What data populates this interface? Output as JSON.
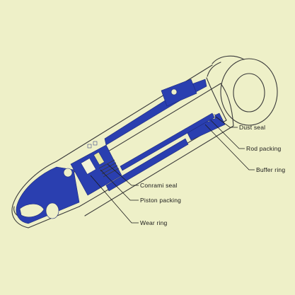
{
  "diagram": {
    "background": "#eef0c8",
    "accent": "#2a3fb0",
    "labels": {
      "dust_seal": "Dust seal",
      "rod_packing": "Rod packing",
      "buffer_ring": "Buffer ring",
      "conrami_seal": "Conrami seal",
      "piston_packing": "Piston packing",
      "wear_ring": "Wear ring"
    }
  }
}
